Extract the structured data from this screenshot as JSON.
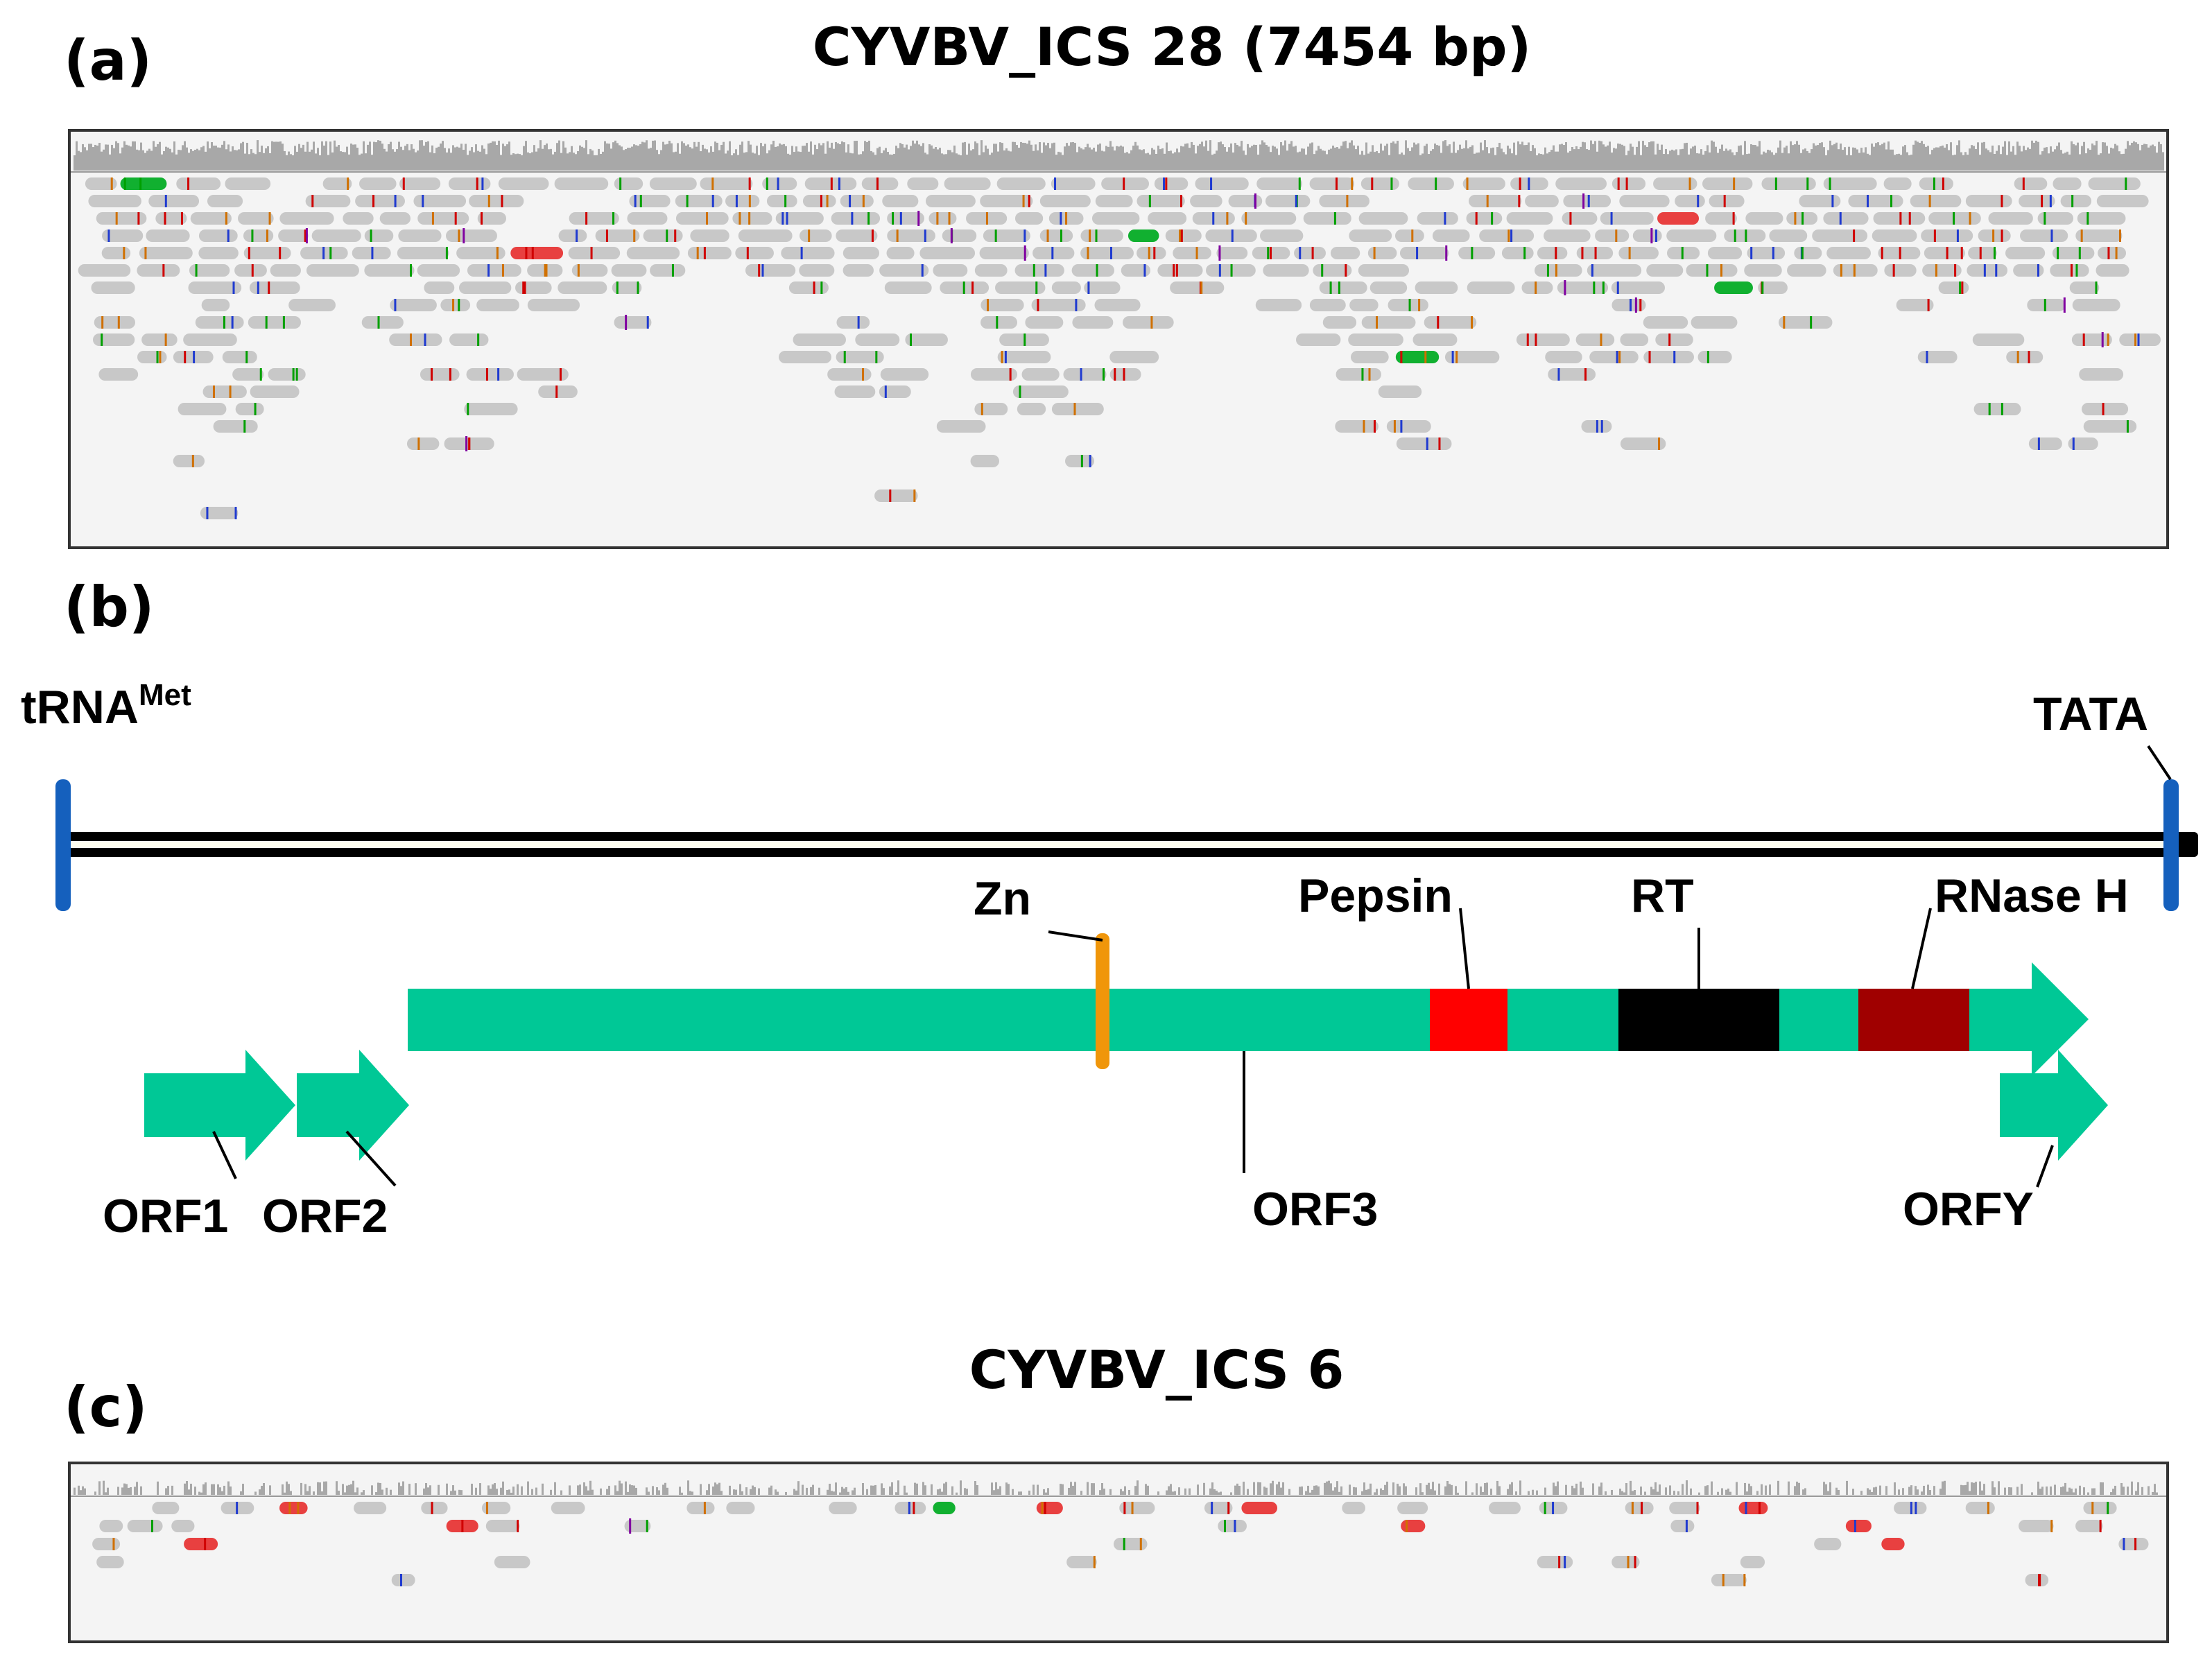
{
  "panel_a": {
    "label": "(a)",
    "title": "CYVBV_ICS 28 (7454 bp)"
  },
  "panel_b": {
    "label": "(b)",
    "left_marker": {
      "name": "tRNA",
      "superscript": "Met"
    },
    "right_marker": "TATA",
    "orfs": [
      {
        "name": "ORF1",
        "color": "#00c896"
      },
      {
        "name": "ORF2",
        "color": "#00c896"
      },
      {
        "name": "ORF3",
        "color": "#00c896"
      },
      {
        "name": "ORFY",
        "color": "#00c896"
      }
    ],
    "domains": [
      {
        "name": "Zn",
        "color": "#f0960a"
      },
      {
        "name": "Pepsin",
        "color": "#ff0000"
      },
      {
        "name": "RT",
        "color": "#000000"
      },
      {
        "name": "RNase H",
        "color": "#a00000"
      }
    ],
    "genome_line_color": "#000000",
    "marker_color": "#1560bd"
  },
  "panel_c": {
    "label": "(c)",
    "title": "CYVBV_ICS 6"
  },
  "colors": {
    "read": "#c8c8c8",
    "coverage": "#a8a8a8",
    "mismatch_a": "#00a000",
    "mismatch_c": "#1f3ad0",
    "mismatch_g": "#d07000",
    "mismatch_t": "#d00000",
    "insertion": "#8000a0",
    "discordant_green": "#11b030",
    "discordant_red": "#e84040"
  }
}
